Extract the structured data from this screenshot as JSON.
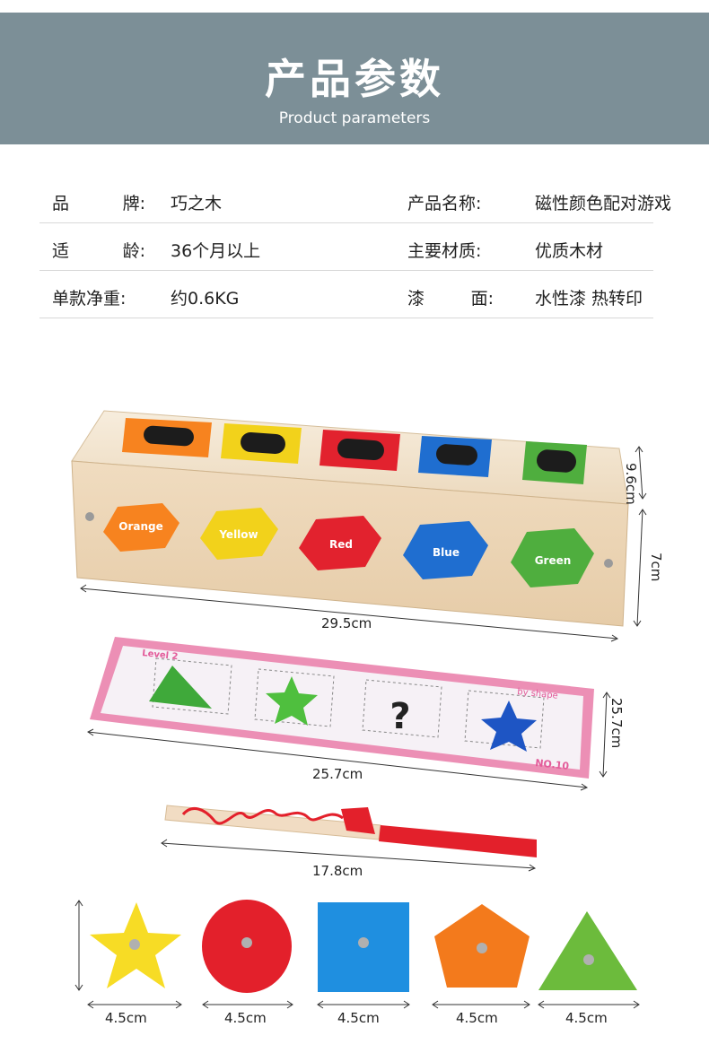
{
  "header": {
    "title": "产品参数",
    "subtitle": "Product parameters"
  },
  "params": [
    {
      "label1": [
        "品",
        "牌:"
      ],
      "value1": "巧之木",
      "label2": "产品名称:",
      "value2": "磁性颜色配对游戏"
    },
    {
      "label1": [
        "适",
        "龄:"
      ],
      "value1": "36个月以上",
      "label2": "主要材质:",
      "value2": "优质木材"
    },
    {
      "label1": [
        "单款净重:"
      ],
      "value1": "约0.6KG",
      "label2": [
        "漆",
        "面:"
      ],
      "value2": "水性漆 热转印"
    }
  ],
  "box": {
    "labels": [
      "Orange",
      "Yellow",
      "Red",
      "Blue",
      "Green"
    ],
    "colors": [
      "#f7831f",
      "#f2d21b",
      "#e2222e",
      "#1f6ed0",
      "#4fae3e"
    ],
    "width": "29.5cm",
    "depth": "9.6cm",
    "height": "7cm"
  },
  "card": {
    "level": "Level 2",
    "by_shape": "by shape",
    "number": "NO.10",
    "question": "?",
    "width": "25.7cm",
    "height": "25.7cm"
  },
  "rod": {
    "length": "17.8cm"
  },
  "pieces": {
    "sizes": [
      "4.5cm",
      "4.5cm",
      "4.5cm",
      "4.5cm",
      "4.5cm"
    ],
    "colors": [
      "#f7dc25",
      "#e3202b",
      "#1f8fe0",
      "#f37a1c",
      "#6cbb3c"
    ]
  }
}
